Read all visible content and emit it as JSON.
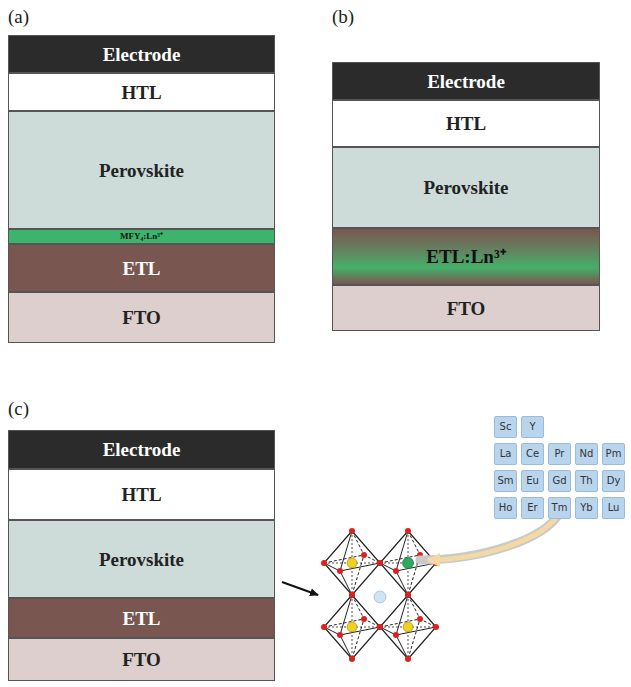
{
  "diagram": {
    "nodes": [
      {
        "text": [
          "Electrode"
        ]
      },
      {
        "text": [
          "HTL"
        ]
      },
      {
        "text": [
          "Perovskite"
        ]
      },
      {
        "text": [
          "MFY₄:Ln³⁺"
        ]
      },
      {
        "text": [
          "ETL"
        ]
      },
      {
        "text": [
          "FTO"
        ]
      },
      {
        "text": [
          "Electrode"
        ]
      },
      {
        "text": [
          "HTL"
        ]
      },
      {
        "text": [
          "Perovskite"
        ]
      },
      {
        "text": [
          "ETL:Ln³⁺"
        ]
      },
      {
        "text": [
          "FTO"
        ]
      },
      {
        "text": [
          "Electrode"
        ]
      },
      {
        "text": [
          "HTL"
        ]
      },
      {
        "text": [
          "Perovskite"
        ]
      },
      {
        "text": [
          "ETL"
        ]
      },
      {
        "text": [
          "FTO"
        ]
      },
      {
        "text": [
          "Sc"
        ]
      },
      {
        "text": [
          "Y"
        ]
      },
      {
        "text": [
          "La"
        ]
      },
      {
        "text": [
          "Ce"
        ]
      },
      {
        "text": [
          "Pr"
        ]
      },
      {
        "text": [
          "Nd"
        ]
      },
      {
        "text": [
          "Pm"
        ]
      },
      {
        "text": [
          "Sm"
        ]
      },
      {
        "text": [
          "Eu"
        ]
      },
      {
        "text": [
          "Gd"
        ]
      },
      {
        "text": [
          "Th"
        ]
      },
      {
        "text": [
          "Dy"
        ]
      },
      {
        "text": [
          "Ho"
        ]
      },
      {
        "text": [
          "Er"
        ]
      },
      {
        "text": [
          "Tm"
        ]
      },
      {
        "text": [
          "Yb"
        ]
      },
      {
        "text": [
          "Lu"
        ]
      }
    ],
    "labels": [
      "(a)",
      "(b)",
      "(c)"
    ]
  }
}
